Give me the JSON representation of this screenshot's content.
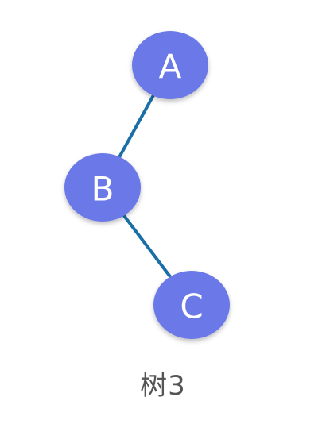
{
  "diagram": {
    "caption": "树3",
    "colors": {
      "node_fill": "#6a78e8",
      "edge_stroke": "#1a6fa6",
      "label_text": "#ffffff",
      "caption_text": "#555555"
    },
    "nodes": [
      {
        "id": "A",
        "label": "A"
      },
      {
        "id": "B",
        "label": "B"
      },
      {
        "id": "C",
        "label": "C"
      }
    ],
    "edges": [
      {
        "from": "A",
        "to": "B"
      },
      {
        "from": "B",
        "to": "C"
      }
    ]
  }
}
